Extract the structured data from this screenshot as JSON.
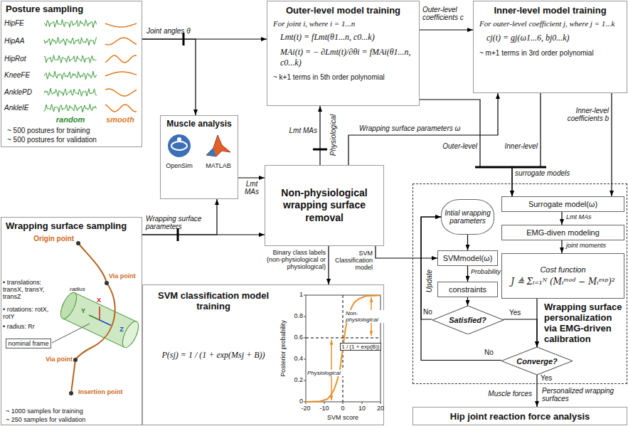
{
  "diagram": {
    "nodes": [
      {
        "text": [
          "Posture sampling",
          "HipFE",
          "HipAA",
          "HipRot",
          "KneeFE",
          "AnklePD",
          "AnkleIE",
          "random",
          "smooth",
          "~ 500 postures for training",
          "~ 500 postures for validation"
        ]
      },
      {
        "text": [
          "Outer-level model training",
          "For joint i, where i = 1...n",
          "Lmt(t) = fLmt(θ1...n, c0...k)",
          "MAi(t) = − ∂Lmt(t)/∂θi = fMAi(θ1...n, c0...k)",
          "~ k+1 terms in 5th order polynomial"
        ]
      },
      {
        "text": [
          "Inner-level model training",
          "For outer-level coefficient j, where j = 1...k",
          "cj(t) = gj(ω1...6, bj0...k)",
          "~ m+1 terms in 3rd order polynomial"
        ]
      },
      {
        "text": [
          "Muscle analysis",
          "OpenSim",
          "MATLAB"
        ]
      },
      {
        "text": [
          "Non-physiological wrapping surface removal"
        ]
      },
      {
        "text": [
          "Wrapping surface sampling",
          "Origin point",
          "Via point",
          "Via point",
          "Insertion point",
          "• translations: transX, transY, transZ",
          "• rotations: rotX, rotY",
          "• radius: Rr",
          "radius",
          "X",
          "Y",
          "Z",
          "nominal frame",
          "~ 1000 samples for training",
          "~ 250 samples for validation"
        ]
      },
      {
        "text": [
          "SVM classification model training",
          "P(sj) = 1 / (1 + exp(Msj + B))",
          "Posterior probability",
          "1",
          "0.8",
          "0.6",
          "0.4",
          "0.2",
          "0",
          "-20",
          "-10",
          "0",
          "10",
          "20",
          "SVM score",
          "Non-physiological",
          "Physiological",
          "1 / (1 + exp(B))"
        ]
      },
      {
        "text": [
          "Wrapping surface personalization via EMG-driven calibration"
        ]
      },
      {
        "text": [
          "Intial wrapping parameters"
        ],
        "in": 7
      },
      {
        "text": [
          "Surrogate model(ω)"
        ],
        "in": 7
      },
      {
        "text": [
          "EMG-diven modeling"
        ],
        "in": 7
      },
      {
        "text": [
          "Cost function",
          "J ≜ Σᵢ₌₁ᴺ (Mᵢᵐᵒᵈ − Mᵢᵉˣᵖ)²"
        ],
        "in": 7
      },
      {
        "text": [
          "SVMmodel(ω)"
        ],
        "in": 7
      },
      {
        "text": [
          "constraints"
        ],
        "in": 7
      },
      {
        "text": [
          "Satisfied?"
        ],
        "in": 7
      },
      {
        "text": [
          "Converge?"
        ],
        "in": 7
      },
      {
        "text": [
          "Hip joint reaction force analysis"
        ]
      }
    ],
    "edges": [
      {
        "from": 0,
        "to": 1,
        "arrow": "to",
        "label": "Joint angles θ"
      },
      {
        "from": 0,
        "to": 3,
        "arrow": "to"
      },
      {
        "from": 1,
        "to": 2,
        "arrow": "to",
        "label": "Outer-level coefficients c"
      },
      {
        "from": 5,
        "to": 3,
        "arrow": "to",
        "label": "Wrapping surface parameters"
      },
      {
        "from": 5,
        "to": 4,
        "arrow": "to"
      },
      {
        "from": 3,
        "to": 4,
        "arrow": "to",
        "label": "Lmt MAs"
      },
      {
        "from": 4,
        "to": 1,
        "arrow": "to",
        "label": "Physiological"
      },
      {
        "from": 4,
        "to": 2,
        "arrow": "to",
        "label": "Wrapping surface parameters ω"
      },
      {
        "from": 1,
        "to": 9,
        "arrow": "to",
        "label": "Outer-level"
      },
      {
        "from": 2,
        "to": 9,
        "arrow": "to",
        "label": "Inner-level"
      },
      {
        "from": 2,
        "to": 9,
        "arrow": "to",
        "label": "Inner-level coefficients b"
      },
      {
        "from": 4,
        "to": 6,
        "arrow": "to",
        "label": "Binary class labels (non-physiological or physiological)"
      },
      {
        "from": 4,
        "to": 12,
        "arrow": "to",
        "label": "SVM Classification model"
      },
      {
        "from": 9,
        "to": 10,
        "arrow": "to",
        "label": "Lmt MAs"
      },
      {
        "from": 10,
        "to": 11,
        "arrow": "to",
        "label": "joint moments"
      },
      {
        "from": 8,
        "to": 12,
        "arrow": "to"
      },
      {
        "from": 12,
        "to": 13,
        "arrow": "to",
        "label": "Probability"
      },
      {
        "from": 13,
        "to": 14,
        "arrow": "to"
      },
      {
        "from": 14,
        "to": 8,
        "arrow": "to",
        "label": "No"
      },
      {
        "from": 14,
        "to": 15,
        "arrow": "to",
        "label": "Yes"
      },
      {
        "from": 11,
        "to": 15,
        "arrow": "to"
      },
      {
        "from": 15,
        "to": 8,
        "arrow": "to",
        "label": "No"
      },
      {
        "from": 15,
        "to": 16,
        "arrow": "to",
        "label": "Yes"
      }
    ],
    "labels": [
      "Lmt MAs",
      "surrogate models",
      "Update",
      "Muscle forces",
      "Personalized wrapping surfaces"
    ]
  }
}
